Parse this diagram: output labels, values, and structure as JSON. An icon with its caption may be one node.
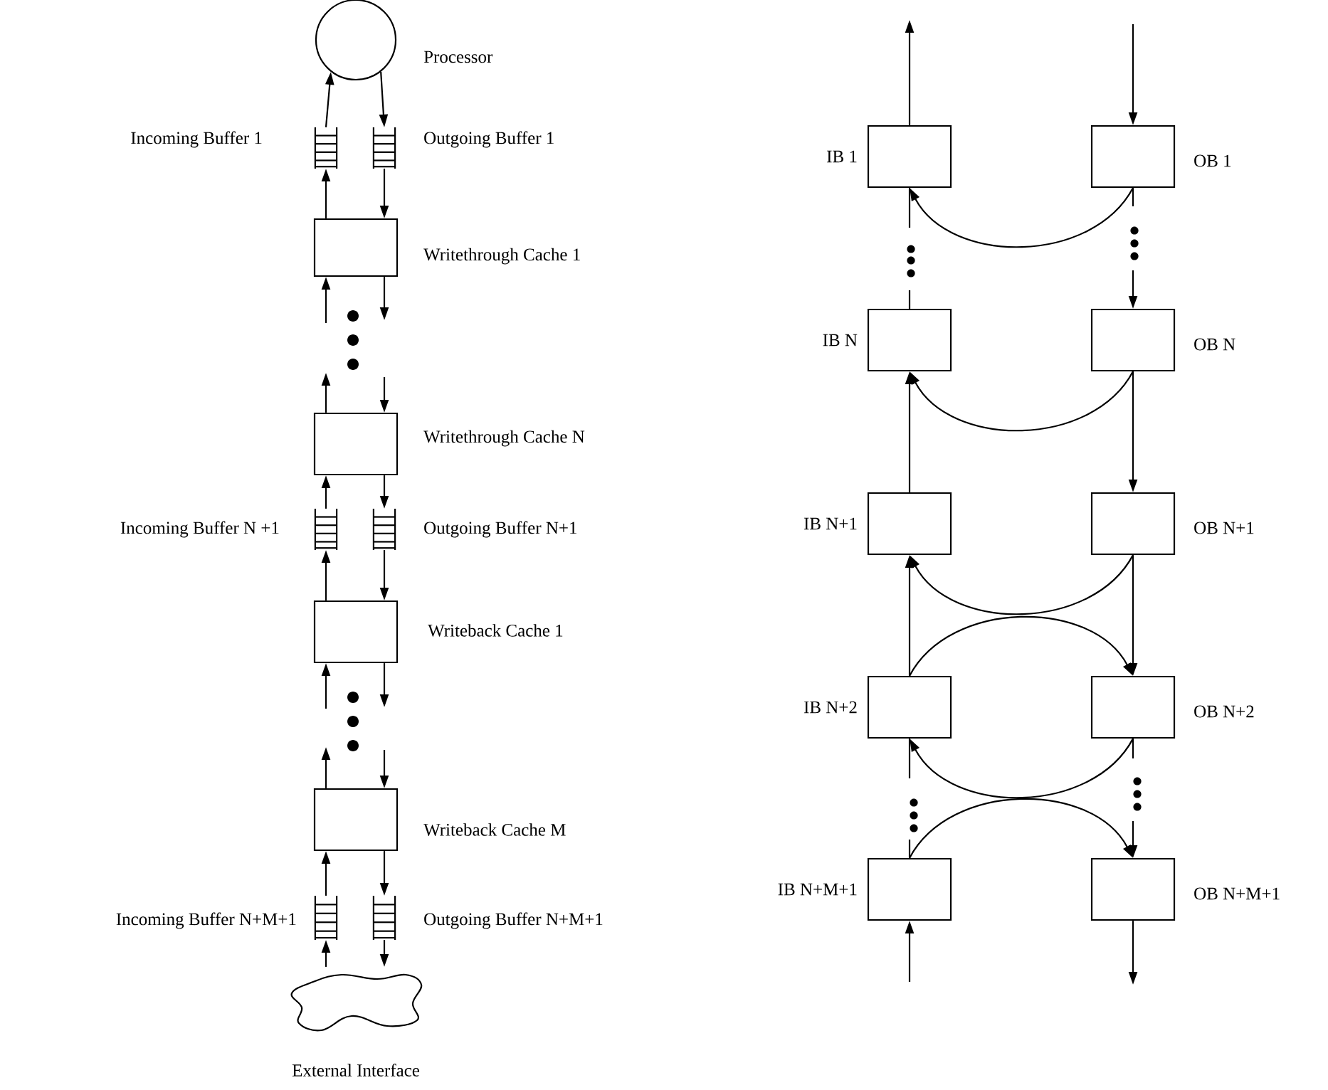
{
  "diagram": {
    "nodes": [
      {
        "text": [],
        "shape": "circle",
        "beside": [
          "Processor"
        ]
      },
      {
        "text": [],
        "shape": "queue",
        "beside": [
          "Incoming Buffer 1"
        ]
      },
      {
        "text": [],
        "shape": "queue",
        "beside": [
          "Outgoing Buffer 1"
        ]
      },
      {
        "text": [],
        "shape": "box",
        "beside": [
          "Writethrough Cache 1"
        ]
      },
      {
        "text": [],
        "shape": "box",
        "beside": [
          "Writethrough Cache N"
        ]
      },
      {
        "text": [],
        "shape": "queue",
        "beside": [
          "Incoming Buffer N +1"
        ]
      },
      {
        "text": [],
        "shape": "queue",
        "beside": [
          "Outgoing Buffer N+1"
        ]
      },
      {
        "text": [],
        "shape": "box",
        "beside": [
          "Writeback Cache 1"
        ]
      },
      {
        "text": [],
        "shape": "box",
        "beside": [
          "Writeback Cache M"
        ]
      },
      {
        "text": [],
        "shape": "queue",
        "beside": [
          "Incoming Buffer N+M+1"
        ]
      },
      {
        "text": [],
        "shape": "queue",
        "beside": [
          "Outgoing Buffer N+M+1"
        ]
      },
      {
        "text": [],
        "shape": "cloud",
        "beside": [
          "External Interface"
        ]
      },
      {
        "text": [],
        "shape": "box",
        "beside": [
          "IB 1"
        ]
      },
      {
        "text": [],
        "shape": "box",
        "beside": [
          "OB 1"
        ]
      },
      {
        "text": [],
        "shape": "box",
        "beside": [
          "IB N"
        ]
      },
      {
        "text": [],
        "shape": "box",
        "beside": [
          "OB N"
        ]
      },
      {
        "text": [],
        "shape": "box",
        "beside": [
          "IB N+1"
        ]
      },
      {
        "text": [],
        "shape": "box",
        "beside": [
          "OB N+1"
        ]
      },
      {
        "text": [],
        "shape": "box",
        "beside": [
          "IB N+2"
        ]
      },
      {
        "text": [],
        "shape": "box",
        "beside": [
          "OB N+2"
        ]
      },
      {
        "text": [],
        "shape": "box",
        "beside": [
          "IB N+M+1"
        ]
      },
      {
        "text": [],
        "shape": "box",
        "beside": [
          "OB N+M+1"
        ]
      }
    ],
    "edges": [
      {
        "from": 1,
        "to": 0,
        "arrow": "to"
      },
      {
        "from": 0,
        "to": 2,
        "arrow": "to"
      },
      {
        "from": 3,
        "to": 1,
        "arrow": "to"
      },
      {
        "from": 2,
        "to": 3,
        "arrow": "to"
      },
      {
        "from": null,
        "to": 3,
        "arrow": "to"
      },
      {
        "from": 3,
        "to": null,
        "arrow": "to"
      },
      {
        "from": 4,
        "to": null,
        "arrow": "to"
      },
      {
        "from": null,
        "to": 4,
        "arrow": "to"
      },
      {
        "from": 5,
        "to": 4,
        "arrow": "to"
      },
      {
        "from": 4,
        "to": 6,
        "arrow": "to"
      },
      {
        "from": 7,
        "to": 5,
        "arrow": "to"
      },
      {
        "from": 6,
        "to": 7,
        "arrow": "to"
      },
      {
        "from": null,
        "to": 7,
        "arrow": "to"
      },
      {
        "from": 7,
        "to": null,
        "arrow": "to"
      },
      {
        "from": 8,
        "to": null,
        "arrow": "to"
      },
      {
        "from": null,
        "to": 8,
        "arrow": "to"
      },
      {
        "from": 9,
        "to": 8,
        "arrow": "to"
      },
      {
        "from": 8,
        "to": 10,
        "arrow": "to"
      },
      {
        "from": 11,
        "to": 9,
        "arrow": "to"
      },
      {
        "from": 10,
        "to": 11,
        "arrow": "to"
      },
      {
        "from": 12,
        "to": null,
        "arrow": "to"
      },
      {
        "from": null,
        "to": 13,
        "arrow": "to"
      },
      {
        "from": 13,
        "to": 12,
        "arrow": "to"
      },
      {
        "from": null,
        "to": 12,
        "arrow": "none"
      },
      {
        "from": 13,
        "to": null,
        "arrow": "none"
      },
      {
        "from": 14,
        "to": null,
        "arrow": "none"
      },
      {
        "from": null,
        "to": 15,
        "arrow": "to"
      },
      {
        "from": 15,
        "to": 14,
        "arrow": "to"
      },
      {
        "from": 16,
        "to": 14,
        "arrow": "to"
      },
      {
        "from": 15,
        "to": 17,
        "arrow": "to"
      },
      {
        "from": 17,
        "to": 16,
        "arrow": "to"
      },
      {
        "from": 18,
        "to": 16,
        "arrow": "to"
      },
      {
        "from": 17,
        "to": 19,
        "arrow": "to"
      },
      {
        "from": 18,
        "to": 19,
        "arrow": "to"
      },
      {
        "from": 19,
        "to": 18,
        "arrow": "to"
      },
      {
        "from": null,
        "to": 18,
        "arrow": "none"
      },
      {
        "from": 19,
        "to": null,
        "arrow": "none"
      },
      {
        "from": 20,
        "to": null,
        "arrow": "none"
      },
      {
        "from": 20,
        "to": 21,
        "arrow": "to"
      },
      {
        "from": null,
        "to": 21,
        "arrow": "to"
      },
      {
        "from": null,
        "to": 20,
        "arrow": "to"
      },
      {
        "from": 21,
        "to": null,
        "arrow": "to"
      }
    ]
  }
}
